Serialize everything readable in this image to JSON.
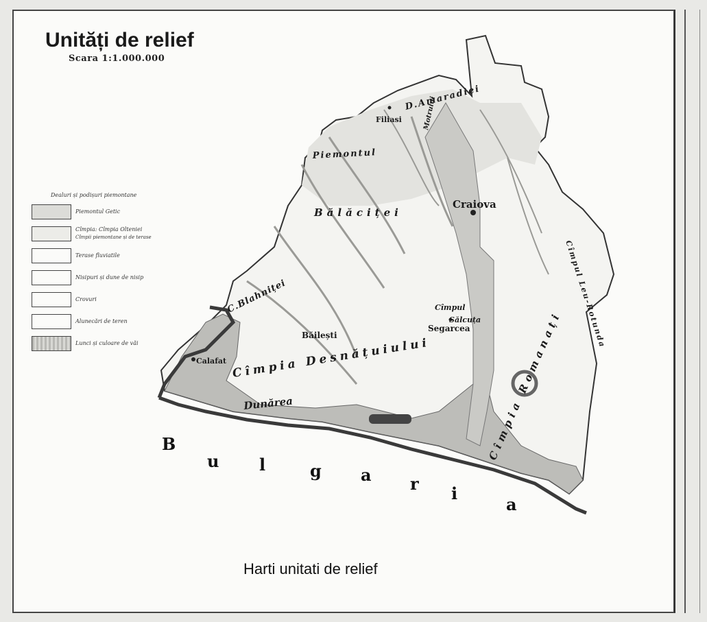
{
  "map": {
    "title": "Unități de relief",
    "scale": "Scara 1:1.000.000",
    "caption": "Harti unitati de relief"
  },
  "legend": {
    "heading": "Dealuri și podișuri piemontane",
    "items": [
      {
        "label": "Piemontul Getic",
        "sub": "",
        "fill": "#dcdcd8"
      },
      {
        "label": "Cîmpia: Cîmpia Olteniei",
        "sub": "Cîmpii piemontane și de terase",
        "fill": "#ecece8"
      },
      {
        "label": "Terase fluviatile",
        "sub": "",
        "fill": "#f7f7f5"
      },
      {
        "label": "Nisipuri și dune de nisip",
        "sub": "",
        "fill": "#f7f7f5"
      },
      {
        "label": "Crovuri",
        "sub": "",
        "fill": "#f7f7f5"
      },
      {
        "label": "Alunecări de teren",
        "sub": "",
        "fill": "#f7f7f5"
      },
      {
        "label": "Lunci și culoare de văi",
        "sub": "",
        "fill": "#b9b9b5"
      }
    ]
  },
  "places": {
    "filiasi": "Filiasi",
    "craiova": "Craiova",
    "bailesti": "Băilești",
    "segarcea": "Segarcea",
    "calafat": "Calafat",
    "salcuta": "Sălcuța",
    "dunarea": "Dunărea"
  },
  "regions": {
    "dealul_amaradiei": "D.Amaradiei",
    "motrului": "Motrului",
    "piemontul": "Piemontul",
    "balaciei": "Bălăciței",
    "desnatuiului": "Cîmpia Desnățuiului",
    "blahnitei": "C.Blahniței",
    "campul_salcuta": "Cîmpul",
    "romanati": "Cîmpia Romanați",
    "leu_rotunda": "Cîmpul Leu-Rotunda"
  },
  "country": [
    "B",
    "u",
    "l",
    "g",
    "a",
    "r",
    "i",
    "a"
  ],
  "colors": {
    "plain": "#f4f4f1",
    "valley": "#b9b9b5",
    "river_dark": "#3a3a3a",
    "highlight_circle": "#666666"
  }
}
